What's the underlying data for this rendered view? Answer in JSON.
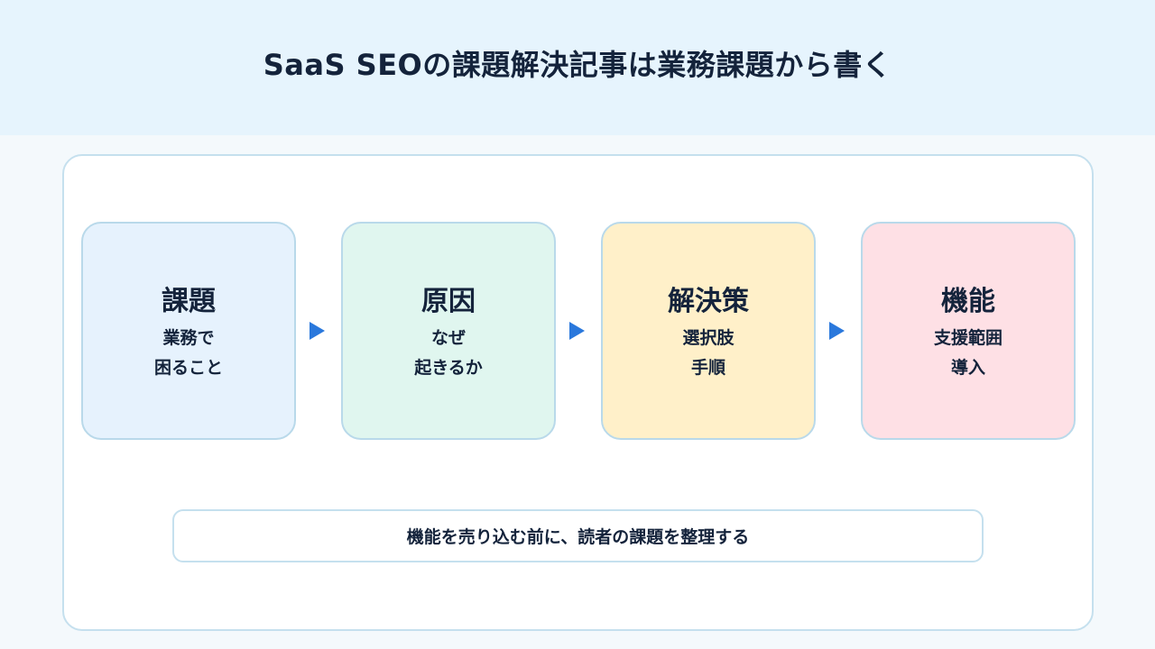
{
  "header": {
    "title": "SaaS SEOの課題解決記事は業務課題から書く"
  },
  "flow": {
    "steps": [
      {
        "title": "課題",
        "lines": [
          "業務で",
          "困ること"
        ]
      },
      {
        "title": "原因",
        "lines": [
          "なぜ",
          "起きるか"
        ]
      },
      {
        "title": "解決策",
        "lines": [
          "選択肢",
          "手順"
        ]
      },
      {
        "title": "機能",
        "lines": [
          "支援範囲",
          "導入"
        ]
      }
    ]
  },
  "note": {
    "text": "機能を売り込む前に、読者の課題を整理する"
  },
  "colors": {
    "header_bg": "#e6f4fd",
    "step_1_bg": "#e6f2fd",
    "step_2_bg": "#e0f6ef",
    "step_3_bg": "#fff0c9",
    "step_4_bg": "#fee0e5",
    "arrow": "#2a78dc",
    "text": "#14233b"
  }
}
